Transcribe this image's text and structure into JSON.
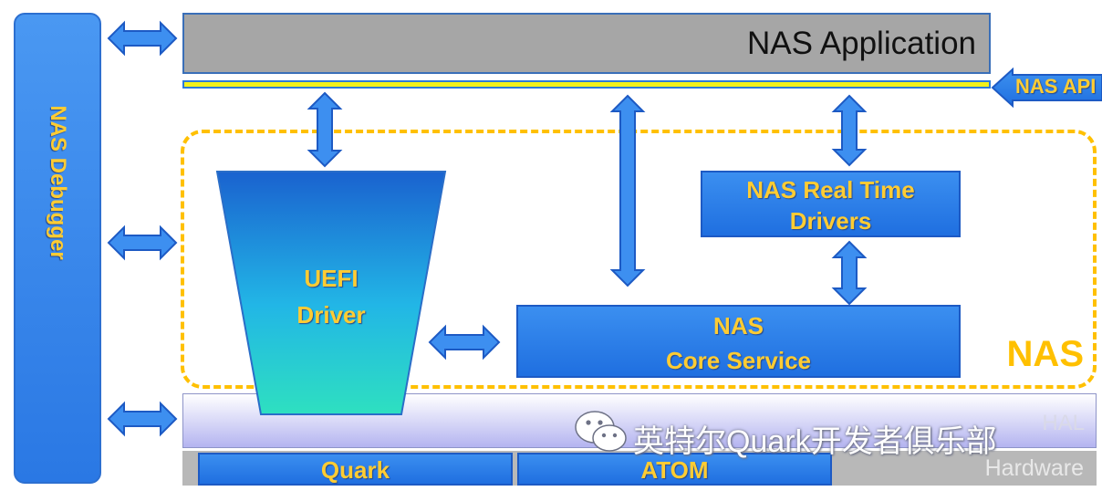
{
  "debugger": {
    "label": "NAS Debugger"
  },
  "application": {
    "label": "NAS Application"
  },
  "api": {
    "label": "NAS API"
  },
  "uefi": {
    "line1": "UEFI",
    "line2": "Driver"
  },
  "rt_drivers": {
    "line1": "NAS Real Time",
    "line2": "Drivers"
  },
  "core_service": {
    "line1": "NAS",
    "line2": "Core Service"
  },
  "nas_region": {
    "label": "NAS"
  },
  "hal": {
    "label": "HAL"
  },
  "hardware": {
    "label": "Hardware",
    "quark": "Quark",
    "atom": "ATOM"
  },
  "watermark": {
    "text": "英特尔Quark开发者俱乐部",
    "icon": "wechat-icon"
  },
  "colors": {
    "box_blue": "#2f7fe8",
    "label_gold": "#ffcc33",
    "dash_orange": "#ffc000",
    "app_gray": "#a6a6a6",
    "api_yellow": "#f2f21a"
  }
}
